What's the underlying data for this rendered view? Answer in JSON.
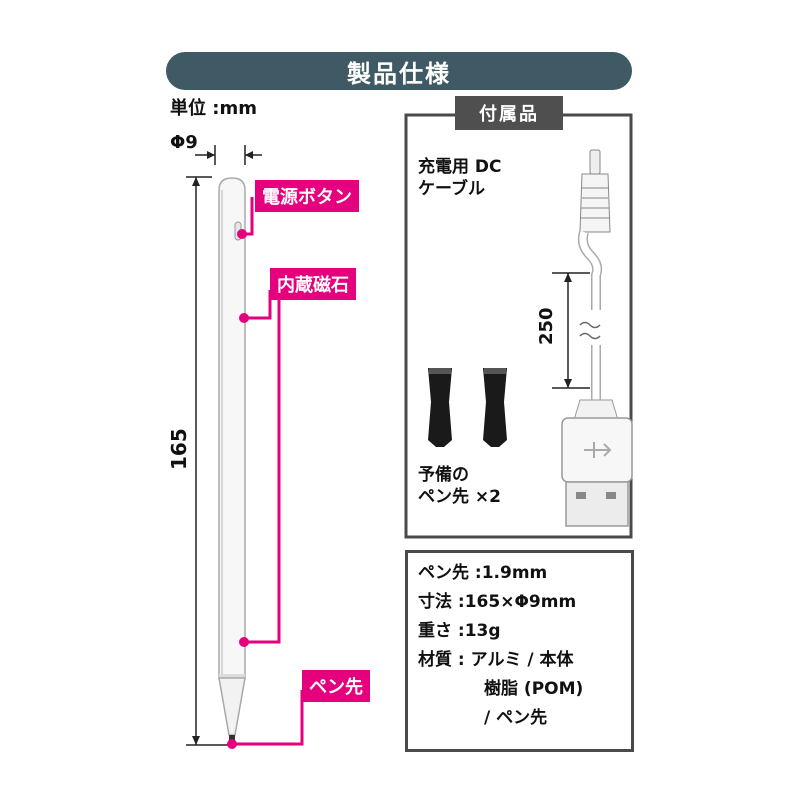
{
  "title": "製品仕様",
  "unit_label": "単位 :mm",
  "diameter_label": "Φ9",
  "length_label": "165",
  "callouts": {
    "power_button": "電源ボタン",
    "magnet": "内蔵磁石",
    "pen_tip": "ペン先"
  },
  "accessories": {
    "heading": "付属品",
    "cable_label_line1": "充電用 DC",
    "cable_label_line2": "ケーブル",
    "cable_length": "250",
    "tips_label_line1": "予備の",
    "tips_label_line2": "ペン先 ×2"
  },
  "specs": {
    "line1": "ペン先 :1.9mm",
    "line2": "寸法 :165×Φ9mm",
    "line3": "重さ :13g",
    "line4": "材質 : アルミ / 本体",
    "line5": "樹脂 (POM)",
    "line6": "/ ペン先"
  },
  "colors": {
    "banner": "#3f5a64",
    "accent": "#e5007e",
    "frame": "#4a4a4a"
  }
}
